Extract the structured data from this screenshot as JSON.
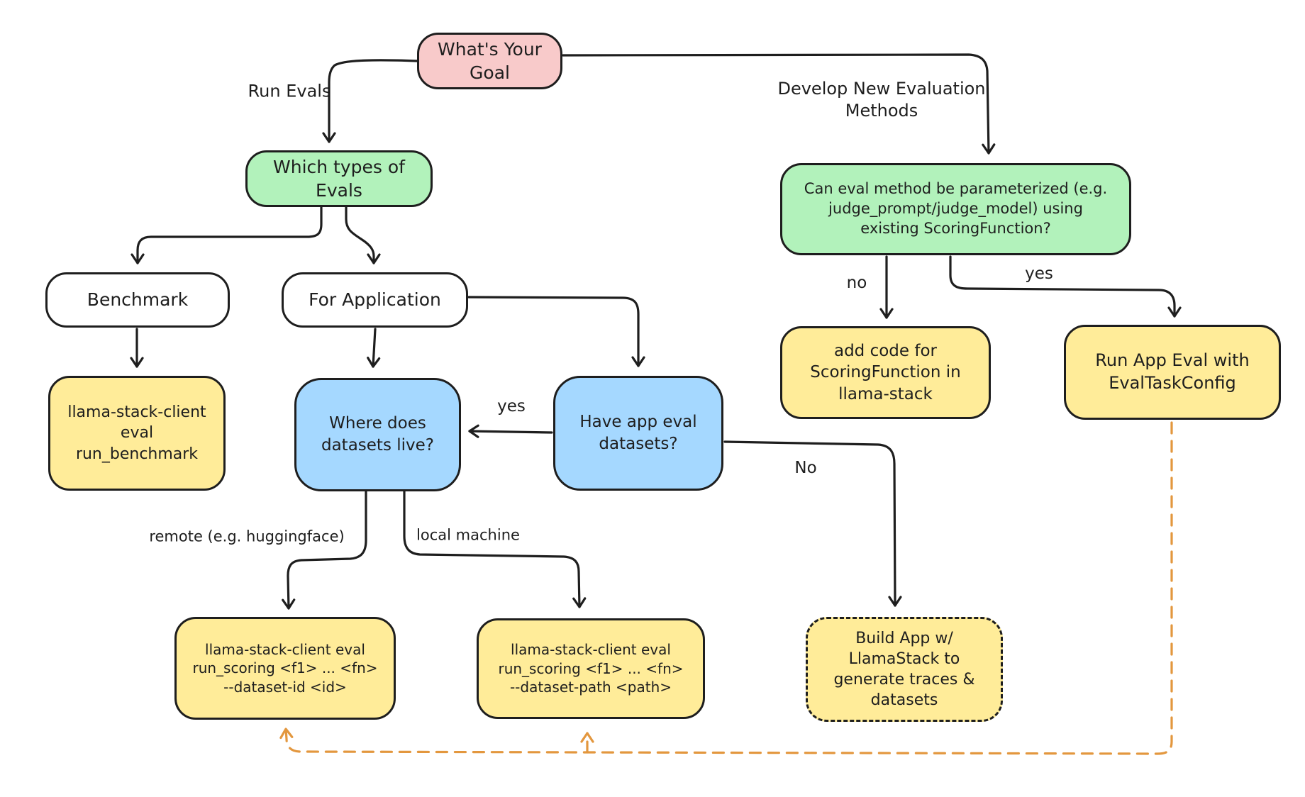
{
  "colors": {
    "background": "#ffffff",
    "stroke": "#1e1e1e",
    "pink": "#f8caca",
    "green": "#b2f2bb",
    "blue": "#a5d8ff",
    "yellow": "#ffec99",
    "white": "#ffffff",
    "orange": "#e3973e"
  },
  "nodes": {
    "goal": {
      "lines": [
        "What's Your",
        "Goal"
      ]
    },
    "which_types": {
      "lines": [
        "Which types of",
        "Evals"
      ]
    },
    "benchmark": {
      "lines": [
        "Benchmark"
      ]
    },
    "for_application": {
      "lines": [
        "For Application"
      ]
    },
    "run_benchmark": {
      "lines": [
        "llama-stack-client",
        "eval run_benchmark"
      ]
    },
    "where_datasets": {
      "lines": [
        "Where does",
        "datasets live?"
      ]
    },
    "have_datasets": {
      "lines": [
        "Have app eval",
        "datasets?"
      ]
    },
    "can_param": {
      "lines": [
        "Can eval method be parameterized (e.g.",
        "judge_prompt/judge_model) using",
        "existing ScoringFunction?"
      ]
    },
    "add_code": {
      "lines": [
        "add code for",
        "ScoringFunction in",
        "llama-stack"
      ]
    },
    "run_app_eval": {
      "lines": [
        "Run App Eval with",
        "EvalTaskConfig"
      ]
    },
    "run_scoring_id": {
      "lines": [
        "llama-stack-client eval",
        "run_scoring <f1> ... <fn>",
        "--dataset-id <id>"
      ]
    },
    "run_scoring_path": {
      "lines": [
        "llama-stack-client eval",
        "run_scoring <f1> ... <fn>",
        "--dataset-path <path>"
      ]
    },
    "build_app": {
      "lines": [
        "Build App w/",
        "LlamaStack to",
        "generate traces &",
        "datasets"
      ]
    }
  },
  "edge_labels": {
    "run_evals": "Run Evals",
    "develop_new_line1": "Develop New Evaluation",
    "develop_new_line2": "Methods",
    "no_param": "no",
    "yes_param": "yes",
    "yes_have": "yes",
    "no_have": "No",
    "remote": "remote (e.g. huggingface)",
    "local": "local machine"
  }
}
